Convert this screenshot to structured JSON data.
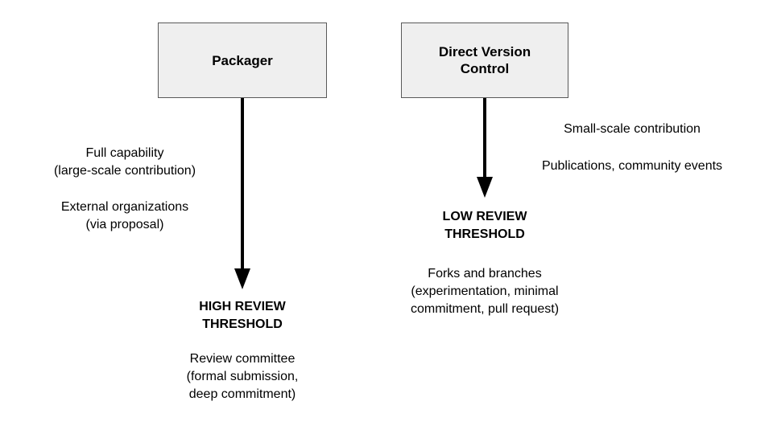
{
  "left": {
    "box_label": "Packager",
    "side_note_1": "Full capability\n(large-scale contribution)",
    "side_note_2": "External organizations\n(via proposal)",
    "threshold": "HIGH REVIEW\nTHRESHOLD",
    "detail": "Review committee\n(formal submission,\ndeep commitment)"
  },
  "right": {
    "box_label": "Direct Version\nControl",
    "side_note_1": "Small-scale contribution",
    "side_note_2": "Publications, community events",
    "threshold": "LOW REVIEW\nTHRESHOLD",
    "detail": "Forks and branches\n(experimentation, minimal\ncommitment, pull request)"
  },
  "colors": {
    "box_fill": "#efefef",
    "box_border": "#595959",
    "arrow": "#000000"
  }
}
